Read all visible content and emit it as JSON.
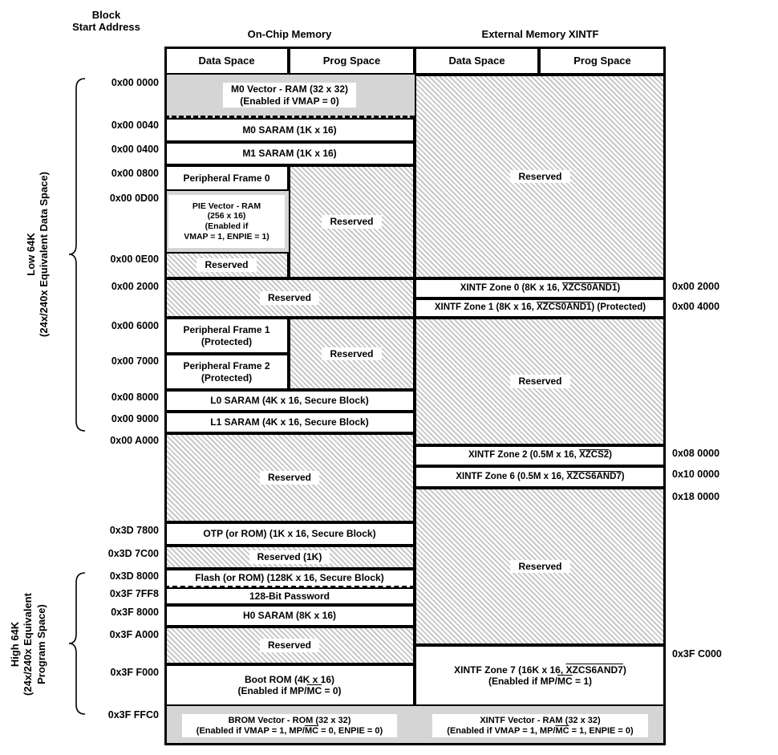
{
  "title": {
    "block_addr_line1": "Block",
    "block_addr_line2": "Start Address",
    "onchip": "On-Chip Memory",
    "external": "External Memory XINTF"
  },
  "headers": {
    "cols": [
      "Data Space",
      "Prog Space",
      "Data Space",
      "Prog Space"
    ]
  },
  "side_labels": {
    "low": [
      "Low 64K",
      "(24x/240x Equivalent Data Space)"
    ],
    "high": [
      "High 64K",
      "(24x/240x Equivalent",
      "Program Space)"
    ]
  },
  "left_addresses": [
    "0x00 0000",
    "0x00 0040",
    "0x00 0400",
    "0x00 0800",
    "0x00 0D00",
    "0x00 0E00",
    "0x00 2000",
    "0x00 6000",
    "0x00 7000",
    "0x00 8000",
    "0x00 9000",
    "0x00 A000",
    "0x3D 7800",
    "0x3D 7C00",
    "0x3D 8000",
    "0x3F 7FF8",
    "0x3F 8000",
    "0x3F A000",
    "0x3F F000",
    "0x3F FFC0"
  ],
  "right_addresses": [
    "0x00 2000",
    "0x00 4000",
    "0x08 0000",
    "0x10 0000",
    "0x18 0000",
    "0x3F C000"
  ],
  "colors": {
    "block_gray": "#d5d5d5",
    "hatch_stripe": "#c7c7c7",
    "border": "#000000"
  },
  "blocks": {
    "m0-vector-ram": {
      "lines": [
        [
          {
            "t": "M0 Vector - RAM (32 x 32)"
          }
        ],
        [
          {
            "t": "(Enabled if VMAP = 0)"
          }
        ]
      ]
    },
    "m0-saram": {
      "lines": [
        [
          {
            "t": "M0 SARAM (1K x 16)"
          }
        ]
      ]
    },
    "m1-saram": {
      "lines": [
        [
          {
            "t": "M1 SARAM (1K x 16)"
          }
        ]
      ]
    },
    "peripheral-frame-0": {
      "lines": [
        [
          {
            "t": "Peripheral Frame 0"
          }
        ]
      ]
    },
    "pie-vector-ram": {
      "lines": [
        [
          {
            "t": "PIE Vector - RAM"
          }
        ],
        [
          {
            "t": "(256 x 16)"
          }
        ],
        [
          {
            "t": "(Enabled if"
          }
        ],
        [
          {
            "t": "VMAP = 1, ENPIE = 1)"
          }
        ]
      ]
    },
    "reserved-0e00": {
      "lines": [
        [
          {
            "t": "Reserved"
          }
        ]
      ]
    },
    "reserved-prog-0800": {
      "lines": [
        [
          {
            "t": "Reserved"
          }
        ]
      ]
    },
    "reserved-2000": {
      "lines": [
        [
          {
            "t": "Reserved"
          }
        ]
      ]
    },
    "peripheral-frame-1": {
      "lines": [
        [
          {
            "t": "Peripheral Frame 1"
          }
        ],
        [
          {
            "t": "(Protected)"
          }
        ]
      ]
    },
    "peripheral-frame-2": {
      "lines": [
        [
          {
            "t": "Peripheral Frame 2"
          }
        ],
        [
          {
            "t": "(Protected)"
          }
        ]
      ]
    },
    "reserved-prog-6000": {
      "lines": [
        [
          {
            "t": "Reserved"
          }
        ]
      ]
    },
    "l0-saram": {
      "lines": [
        [
          {
            "t": "L0 SARAM (4K x 16, Secure Block)"
          }
        ]
      ]
    },
    "l1-saram": {
      "lines": [
        [
          {
            "t": "L1 SARAM (4K x 16, Secure Block)"
          }
        ]
      ]
    },
    "reserved-a000": {
      "lines": [
        [
          {
            "t": "Reserved"
          }
        ]
      ]
    },
    "otp-rom": {
      "lines": [
        [
          {
            "t": "OTP (or ROM) (1K x 16, Secure Block)"
          }
        ]
      ]
    },
    "reserved-3d7c00": {
      "lines": [
        [
          {
            "t": "Reserved (1K)"
          }
        ]
      ]
    },
    "flash-rom": {
      "lines": [
        [
          {
            "t": "Flash (or ROM) (128K x 16, Secure Block)"
          }
        ]
      ]
    },
    "password-128bit": {
      "lines": [
        [
          {
            "t": "128-Bit Password"
          }
        ]
      ]
    },
    "h0-saram": {
      "lines": [
        [
          {
            "t": "H0 SARAM (8K x 16)"
          }
        ]
      ]
    },
    "reserved-3fa000": {
      "lines": [
        [
          {
            "t": "Reserved"
          }
        ]
      ]
    },
    "boot-rom": {
      "lines": [
        [
          {
            "t": "Boot ROM (4K x 16)"
          }
        ],
        [
          {
            "t": "(Enabled if MP/"
          },
          {
            "t": "MC",
            "ov": true
          },
          {
            "t": " = 0)"
          }
        ]
      ]
    },
    "brom-vector-rom": {
      "lines": [
        [
          {
            "t": "BROM Vector - ROM (32 x 32)"
          }
        ],
        [
          {
            "t": "(Enabled if VMAP = 1, MP/"
          },
          {
            "t": "MC",
            "ov": true
          },
          {
            "t": " = 0, ENPIE = 0)"
          }
        ]
      ]
    },
    "ext-reserved-top": {
      "lines": [
        [
          {
            "t": "Reserved"
          }
        ]
      ]
    },
    "xintf-zone-0": {
      "lines": [
        [
          {
            "t": "XINTF Zone 0 (8K x 16, "
          },
          {
            "t": "XZCS0AND1",
            "ov": true
          },
          {
            "t": ")"
          }
        ]
      ]
    },
    "xintf-zone-1": {
      "lines": [
        [
          {
            "t": "XINTF Zone 1 (8K x 16, "
          },
          {
            "t": "XZCS0AND1",
            "ov": true
          },
          {
            "t": ") (Protected)"
          }
        ]
      ]
    },
    "ext-reserved-mid": {
      "lines": [
        [
          {
            "t": "Reserved"
          }
        ]
      ]
    },
    "xintf-zone-2": {
      "lines": [
        [
          {
            "t": "XINTF Zone 2 (0.5M x 16, "
          },
          {
            "t": "XZCS2",
            "ov": true
          },
          {
            "t": ")"
          }
        ]
      ]
    },
    "xintf-zone-6": {
      "lines": [
        [
          {
            "t": "XINTF Zone 6 (0.5M x 16, "
          },
          {
            "t": "XZCS6AND7",
            "ov": true
          },
          {
            "t": ")"
          }
        ]
      ]
    },
    "ext-reserved-bot": {
      "lines": [
        [
          {
            "t": "Reserved"
          }
        ]
      ]
    },
    "xintf-zone-7": {
      "lines": [
        [
          {
            "t": "XINTF Zone 7 (16K x 16, "
          },
          {
            "t": "XZCS6AND7",
            "ov": true
          },
          {
            "t": ")"
          }
        ],
        [
          {
            "t": "(Enabled if MP/"
          },
          {
            "t": "MC",
            "ov": true
          },
          {
            "t": " = 1)"
          }
        ]
      ]
    },
    "xintf-vector-ram": {
      "lines": [
        [
          {
            "t": "XINTF Vector - RAM (32 x 32)"
          }
        ],
        [
          {
            "t": "(Enabled if VMAP = 1, MP/"
          },
          {
            "t": "MC",
            "ov": true
          },
          {
            "t": " = 1, ENPIE = 0)"
          }
        ]
      ]
    }
  }
}
